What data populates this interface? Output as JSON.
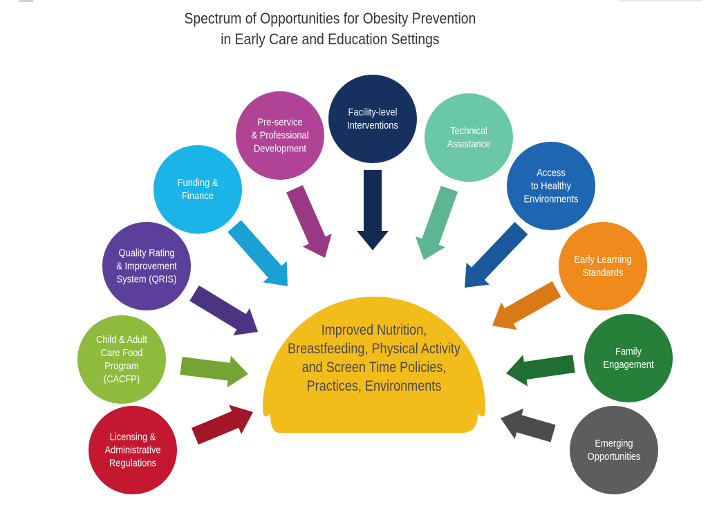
{
  "title": {
    "line1": "Spectrum of Opportunities for Obesity Prevention",
    "line2": "in Early Care and Education Settings"
  },
  "hub": {
    "text": "Improved Nutrition,\nBreastfeeding, Physical Activity\nand Screen Time Policies,\nPractices, Environments",
    "color": "#f2bc1b"
  },
  "opportunities": [
    {
      "label": "Licensing &\nAdministrative\nRegulations",
      "color": "#c3182f",
      "arrow": "#a3162a"
    },
    {
      "label": "Child & Adult\nCare Food\nProgram\n(CACFP)",
      "color": "#8dbb3d",
      "arrow": "#74a433"
    },
    {
      "label": "Quality Rating\n& Improvement\nSystem (QRIS)",
      "color": "#5b3f9a",
      "arrow": "#4d3483"
    },
    {
      "label": "Funding &\nFinance",
      "color": "#1ab4e9",
      "arrow": "#18a1d2"
    },
    {
      "label": "Pre-service\n& Professional\nDevelopment",
      "color": "#b04396",
      "arrow": "#9a3983"
    },
    {
      "label": "Facility-level\nInterventions",
      "color": "#16315f",
      "arrow": "#132a52"
    },
    {
      "label": "Technical\nAssistance",
      "color": "#6ac7a7",
      "arrow": "#5db592"
    },
    {
      "label": "Access\nto Healthy\nEnvironments",
      "color": "#1f66b2",
      "arrow": "#1a599c"
    },
    {
      "label": "Early Learning\nStandards",
      "color": "#f08a1c",
      "arrow": "#d97a16"
    },
    {
      "label": "Family\nEngagement",
      "color": "#26803a",
      "arrow": "#206e32"
    },
    {
      "label": "Emerging\nOpportunities",
      "color": "#5d5d5f",
      "arrow": "#4c4c4e"
    }
  ]
}
